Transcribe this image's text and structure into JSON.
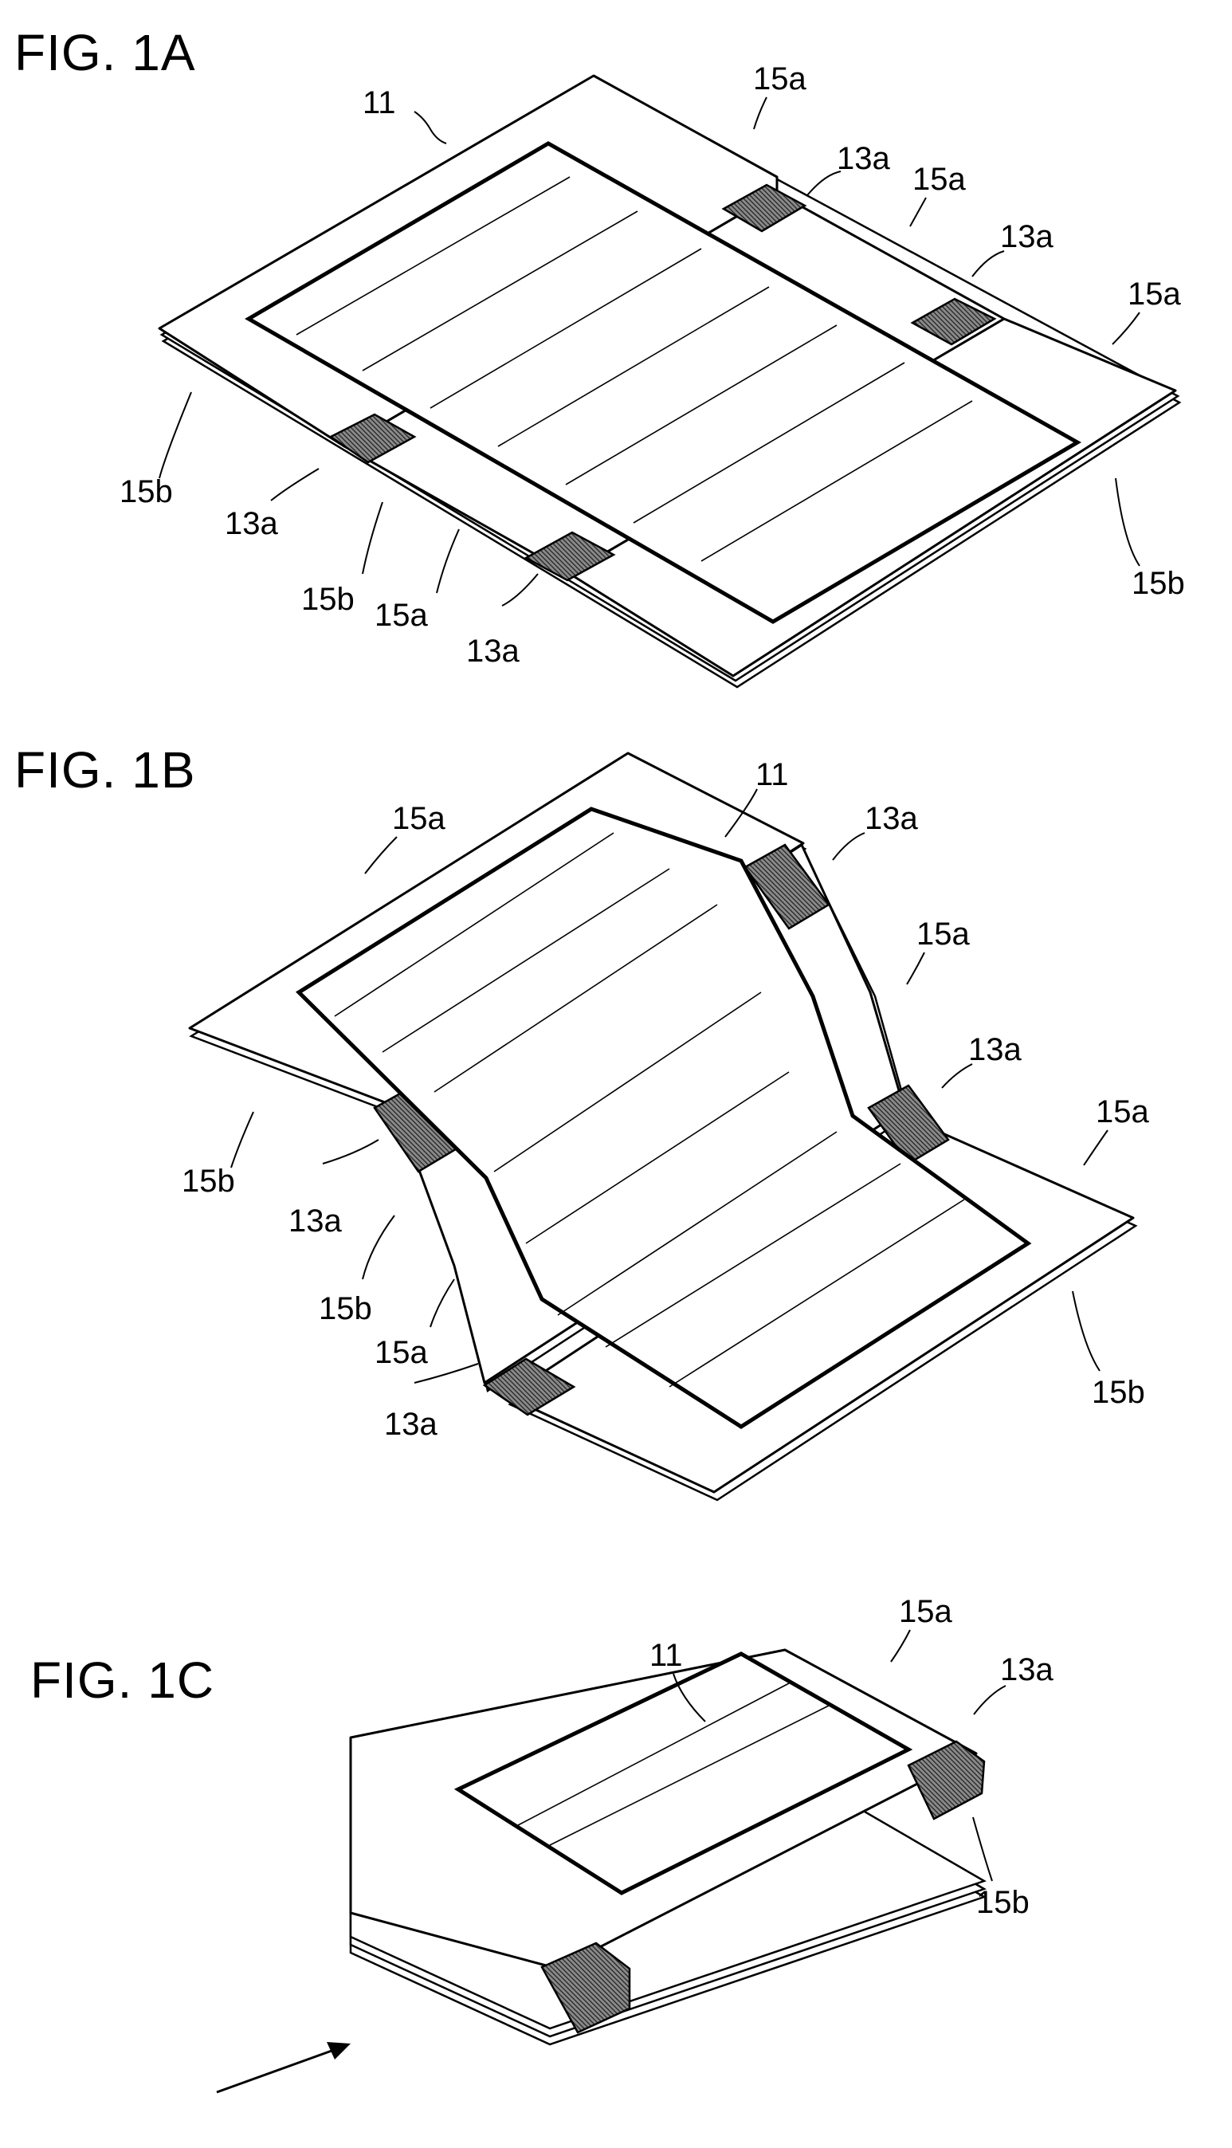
{
  "figures": [
    {
      "id": "1A",
      "title": "FIG. 1A",
      "labels": [
        "11",
        "15a",
        "13a",
        "15a",
        "13a",
        "15a",
        "15b",
        "13a",
        "15b",
        "15a",
        "13a",
        "15b"
      ]
    },
    {
      "id": "1B",
      "title": "FIG. 1B",
      "labels": [
        "15a",
        "11",
        "13a",
        "15a",
        "13a",
        "15a",
        "15b",
        "13a",
        "15b",
        "15a",
        "13a",
        "15b"
      ]
    },
    {
      "id": "1C",
      "title": "FIG. 1C",
      "labels": [
        "15a",
        "11",
        "13a",
        "15b"
      ]
    }
  ],
  "colors": {
    "ink": "#000000",
    "paper": "#ffffff",
    "hatch": "#7a7a7a"
  }
}
